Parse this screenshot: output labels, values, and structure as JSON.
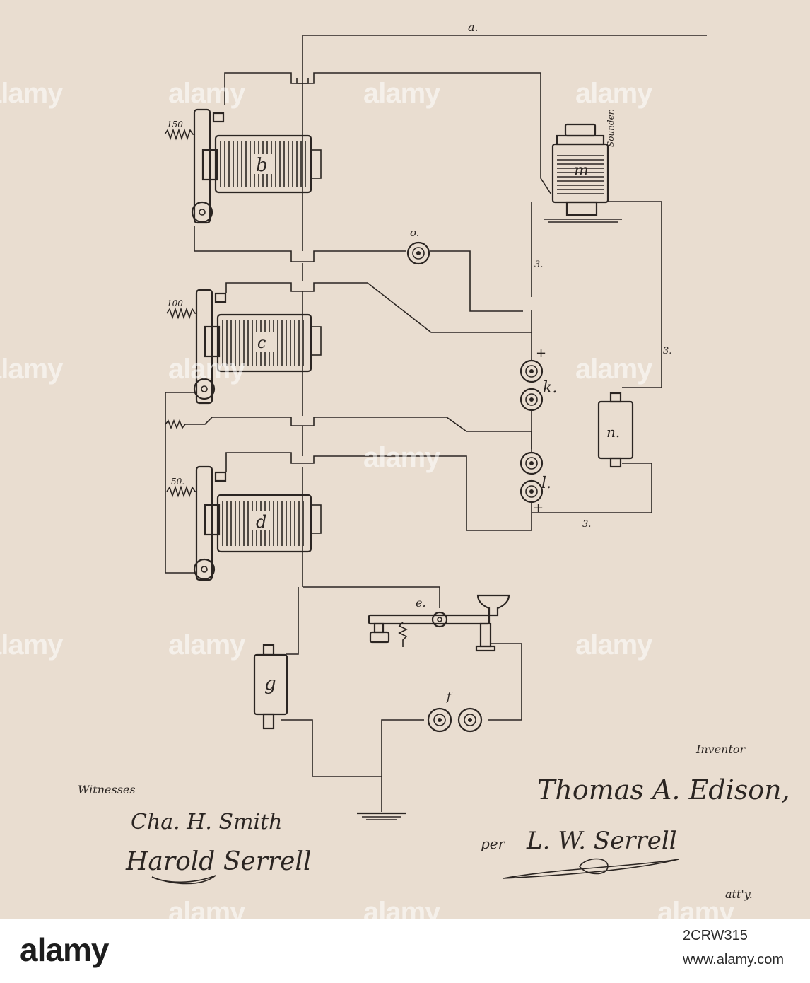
{
  "labels": {
    "line_a": "a.",
    "relay_b": "b",
    "relay_c": "c",
    "relay_d": "d",
    "key_e": "e.",
    "battery_f": "f",
    "cell_g": "g",
    "battery_k": "k.",
    "battery_l": "l.",
    "sounder_m": "m",
    "cell_n": "n.",
    "battery_o": "o.",
    "sounder_caption": "Sounder.",
    "spring_b_tension": "150",
    "spring_c_tension": "100",
    "spring_d_tension": "50.",
    "wire_3_upper": "3.",
    "wire_3_right": "3.",
    "wire_3_bottom": "3.",
    "plus_top": "+",
    "plus_bottom": "+"
  },
  "signatures": {
    "witnesses_heading": "Witnesses",
    "witness_1": "Cha. H. Smith",
    "witness_2": "Harold Serrell",
    "inventor_heading": "Inventor",
    "inventor_name": "Thomas A. Edison,",
    "per": "per",
    "attorney_name": "L. W. Serrell",
    "attorney_abbrev": "att'y."
  },
  "watermark": {
    "text": "alamy"
  },
  "footer": {
    "logo": "alamy",
    "image_id": "2CRW315",
    "url": "www.alamy.com"
  },
  "colors": {
    "paper": "#e9ddd0",
    "ink": "#2b2522",
    "footer_bg": "#ffffff"
  }
}
